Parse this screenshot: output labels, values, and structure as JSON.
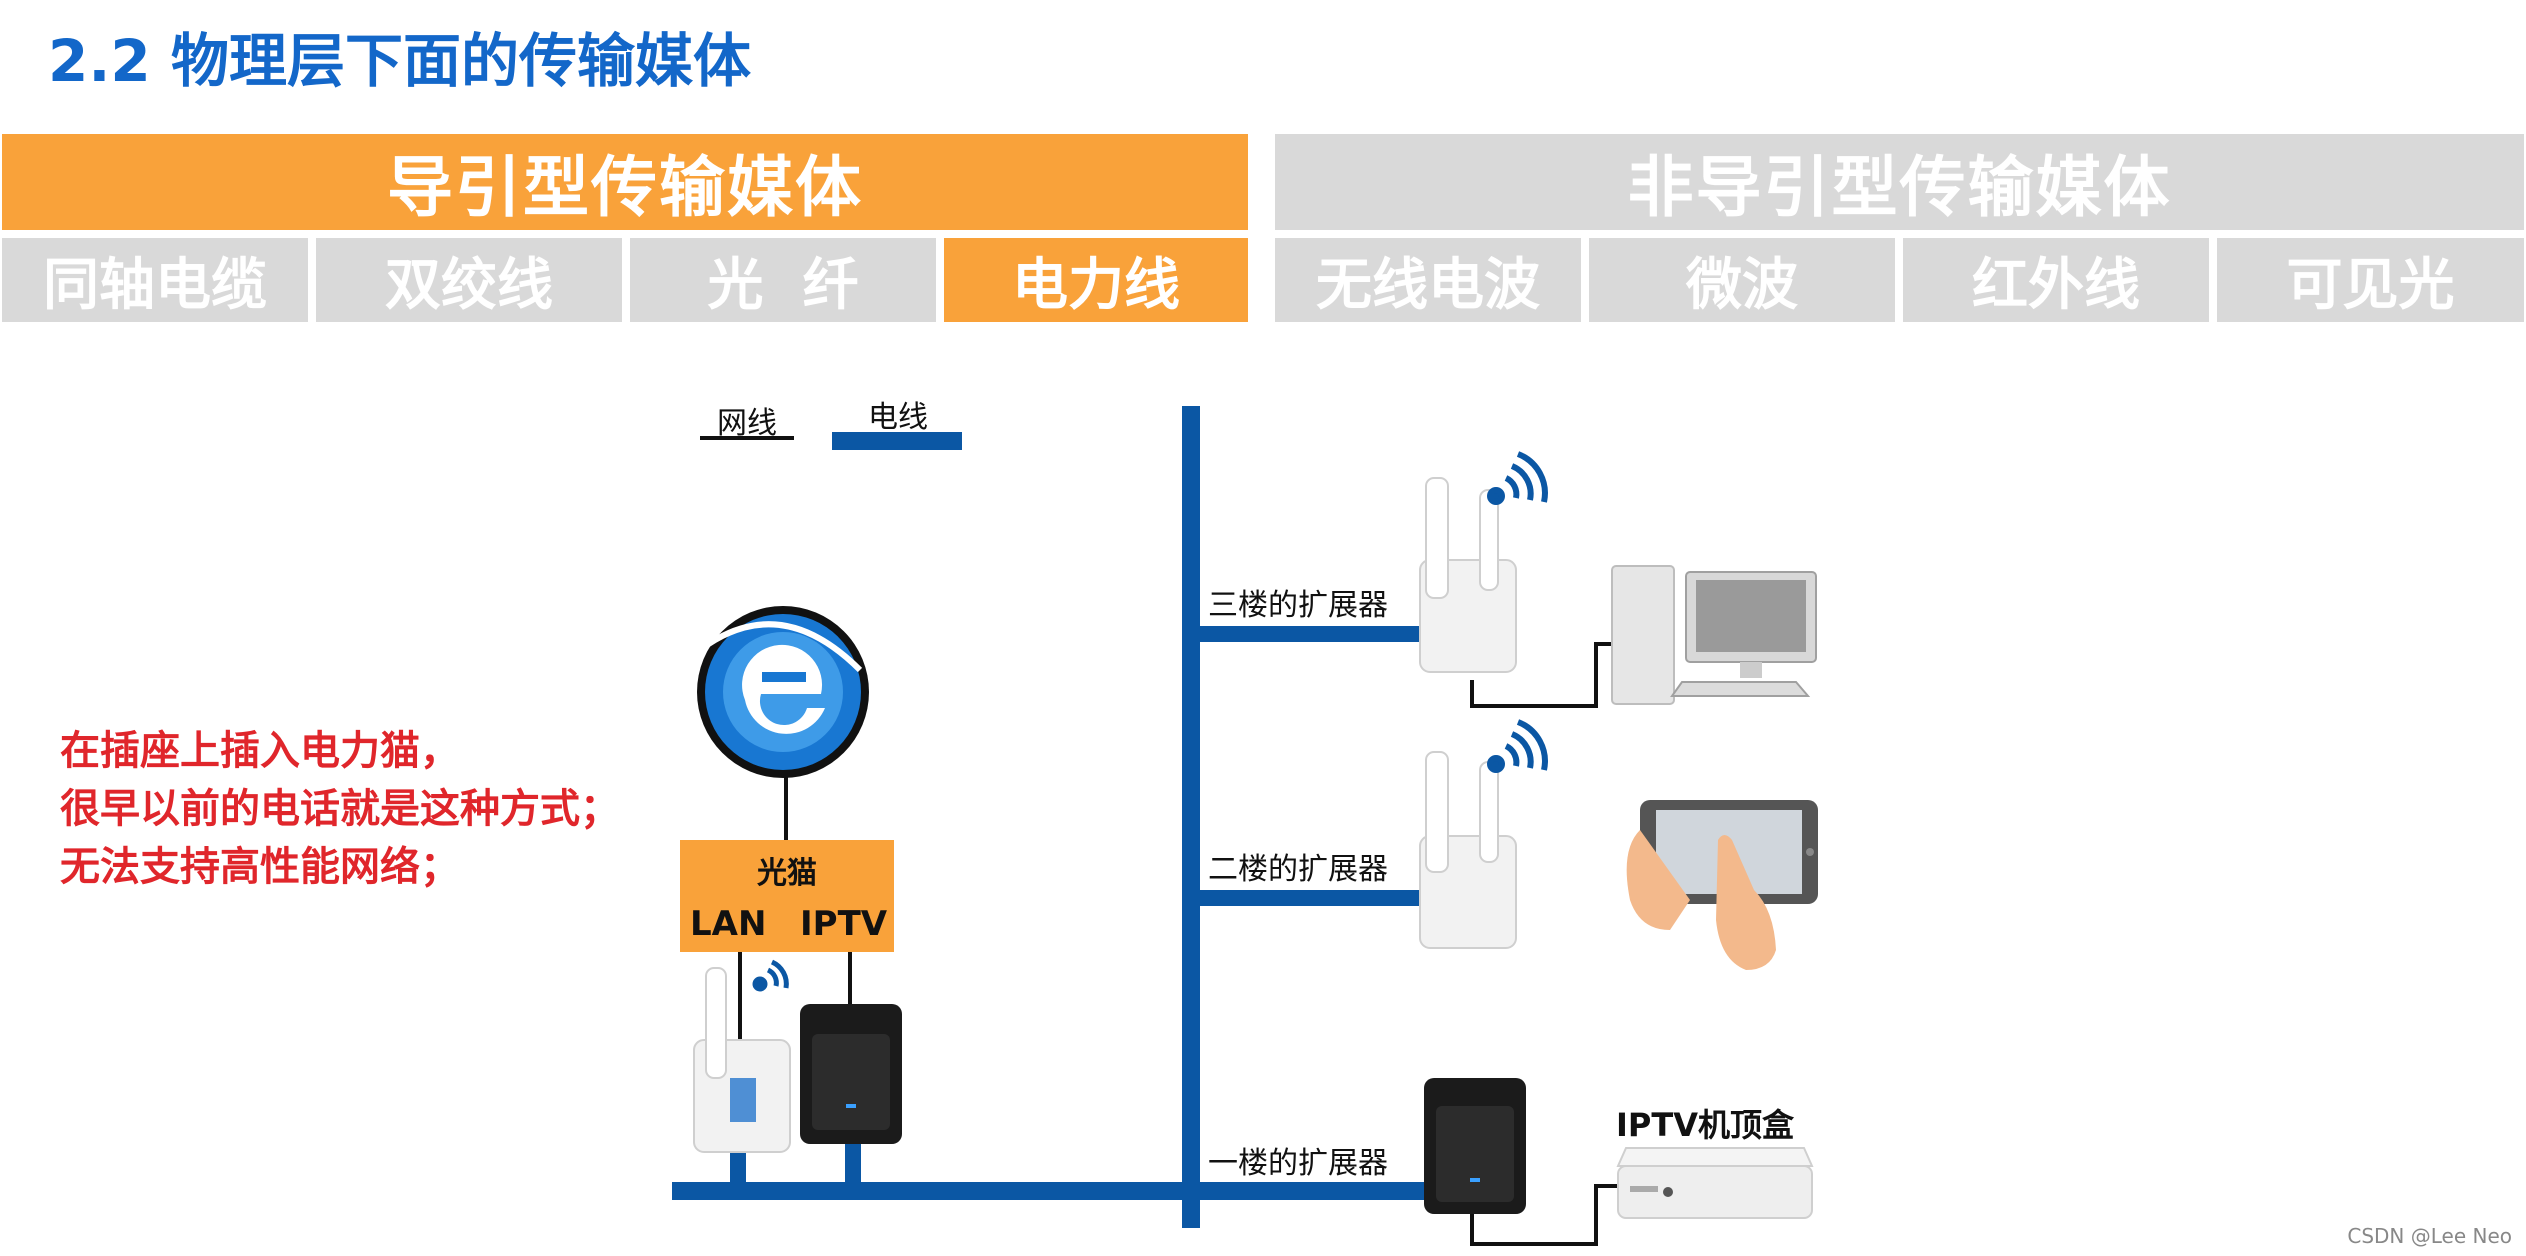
{
  "title": "2.2 物理层下面的传输媒体",
  "headers": {
    "guided": "导引型传输媒体",
    "unguided": "非导引型传输媒体"
  },
  "media": [
    {
      "label": "同轴电缆",
      "highlighted": false
    },
    {
      "label": "双绞线",
      "highlighted": false
    },
    {
      "label": "光  纤",
      "highlighted": false
    },
    {
      "label": "电力线",
      "highlighted": true
    },
    {
      "label": "无线电波",
      "highlighted": false
    },
    {
      "label": "微波",
      "highlighted": false
    },
    {
      "label": "红外线",
      "highlighted": false
    },
    {
      "label": "可见光",
      "highlighted": false
    }
  ],
  "legend": {
    "network_cable": "网线",
    "power_line": "电线"
  },
  "modem": {
    "label": "光猫",
    "lan": "LAN",
    "iptv": "IPTV"
  },
  "floors": {
    "third": "三楼的扩展器",
    "second": "二楼的扩展器",
    "first": "一楼的扩展器"
  },
  "iptv_box_label": "IPTV机顶盒",
  "notes": [
    "在插座上插入电力猫，",
    "很早以前的电话就是这种方式；",
    "无法支持高性能网络；"
  ],
  "watermark": "CSDN @Lee Neo",
  "colors": {
    "title": "#1367c9",
    "orange": "#f9a23a",
    "gray": "#d9d9d9",
    "power_line": "#0b57a4",
    "note": "#e0262b"
  }
}
